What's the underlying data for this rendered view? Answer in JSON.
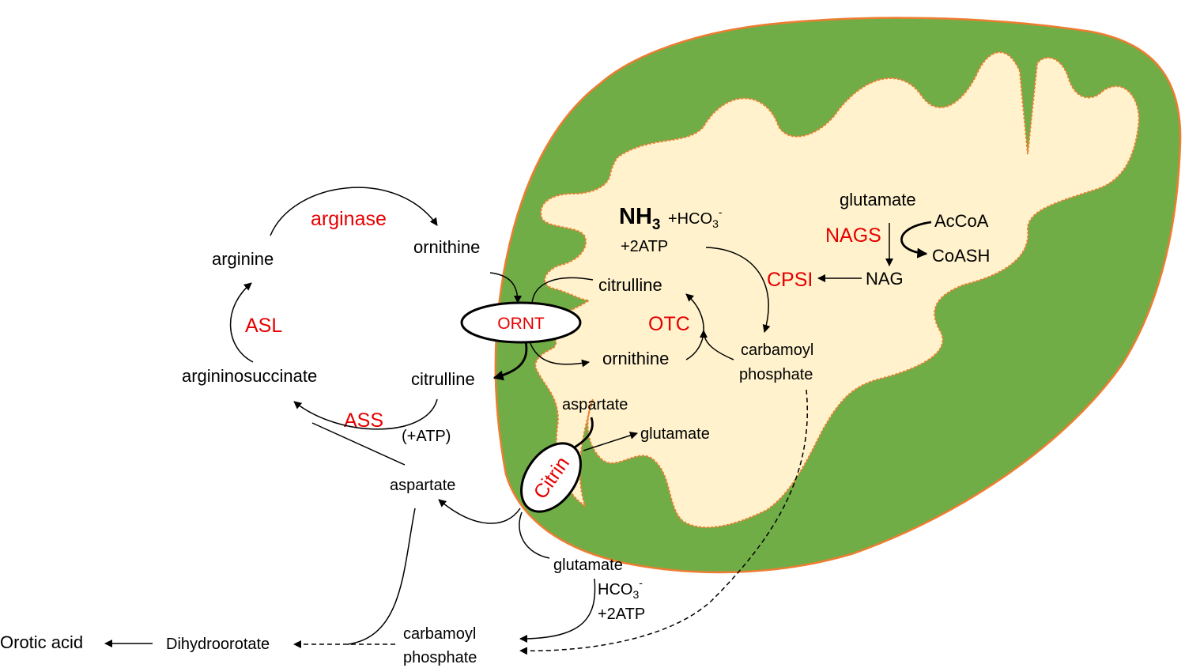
{
  "colors": {
    "outer_membrane": "#70ad47",
    "membrane_outline": "#ed7d31",
    "matrix": "#fff2cc",
    "enzyme_text": "#e60000",
    "text": "#000000"
  },
  "cytosol": {
    "arginine": "arginine",
    "ornithine": "ornithine",
    "argininosuccinate": "argininosuccinate",
    "citrulline": "citrulline",
    "aspartate": "aspartate",
    "atp_note": "(+ATP)",
    "glutamate": "glutamate",
    "hco3": "HCO",
    "hco3_sub": "3",
    "hco3_sup": "-",
    "two_atp": "+2ATP",
    "carbamoyl_1": "carbamoyl",
    "carbamoyl_2": "phosphate",
    "dihydroorotate": "Dihydroorotate",
    "orotic_acid": "Orotic acid"
  },
  "enzymes": {
    "arginase": "arginase",
    "asl": "ASL",
    "ass": "ASS",
    "otc": "OTC",
    "cpsi": "CPSI",
    "nags": "NAGS"
  },
  "transporters": {
    "ornt": "ORNT",
    "citrin": "Citrin"
  },
  "mitochondrion": {
    "nh3": "NH",
    "nh3_sub": "3",
    "hco3": "+HCO",
    "hco3_sub": "3",
    "hco3_sup": "-",
    "two_atp": "+2ATP",
    "citrulline": "citrulline",
    "ornithine": "ornithine",
    "carbamoyl_1": "carbamoyl",
    "carbamoyl_2": "phosphate",
    "glutamate_top": "glutamate",
    "accoa": "AcCoA",
    "coash": "CoASH",
    "nag": "NAG",
    "aspartate": "aspartate",
    "glutamate_low": "glutamate"
  }
}
